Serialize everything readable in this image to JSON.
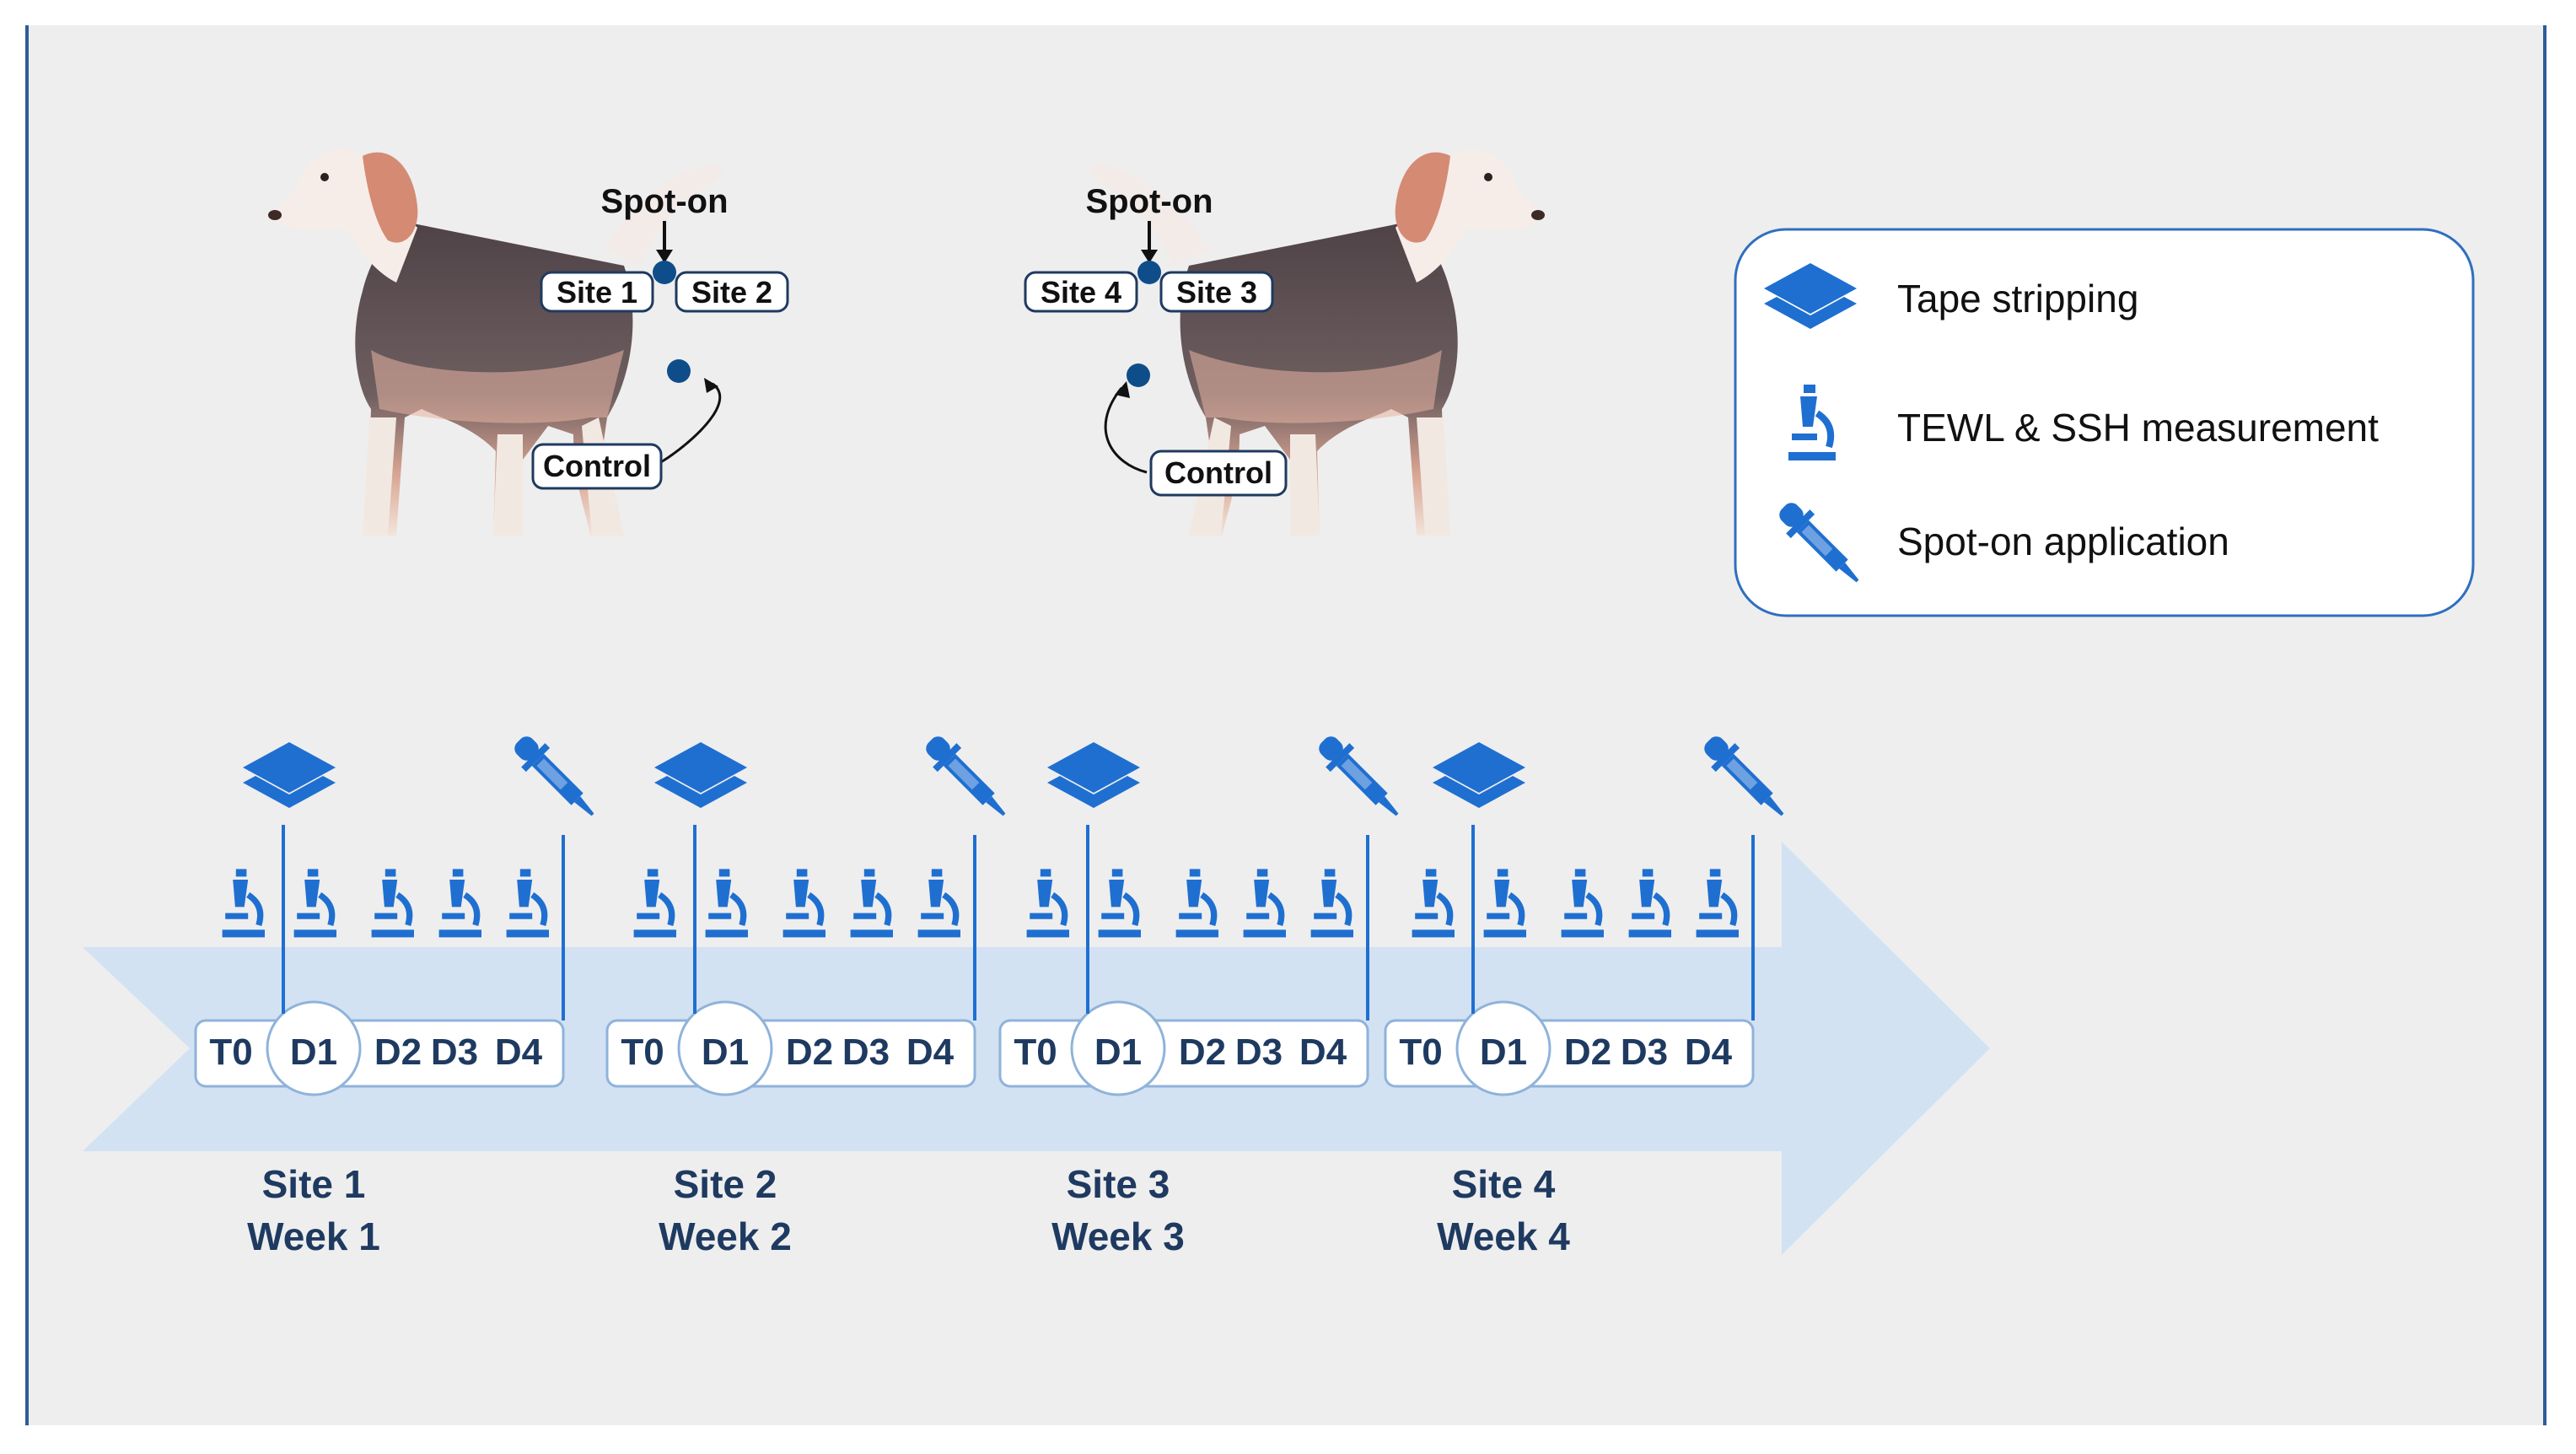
{
  "dogs": {
    "spot_on_label": "Spot-on",
    "control_label": "Control",
    "left": {
      "site_a": "Site 1",
      "site_b": "Site 2"
    },
    "right": {
      "site_a": "Site 4",
      "site_b": "Site 3"
    }
  },
  "legend": {
    "items": [
      {
        "icon": "layers-icon",
        "label": "Tape stripping"
      },
      {
        "icon": "microscope-icon",
        "label": "TEWL & SSH measurement"
      },
      {
        "icon": "dropper-icon",
        "label": "Spot-on application"
      }
    ]
  },
  "timeline": {
    "day_labels": [
      "T0",
      "D1",
      "D2",
      "D3",
      "D4"
    ],
    "blocks": [
      {
        "site": "Site 1",
        "week": "Week 1"
      },
      {
        "site": "Site 2",
        "week": "Week 2"
      },
      {
        "site": "Site 3",
        "week": "Week 3"
      },
      {
        "site": "Site 4",
        "week": "Week 4"
      }
    ]
  },
  "colors": {
    "background": "#eeeeee",
    "icon_blue": "#1f6fd1",
    "arrow": "#d2e2f3",
    "label_dark": "#1f3a60",
    "frame": "#2f5b9a",
    "spot_dot": "#0f4d8a"
  }
}
